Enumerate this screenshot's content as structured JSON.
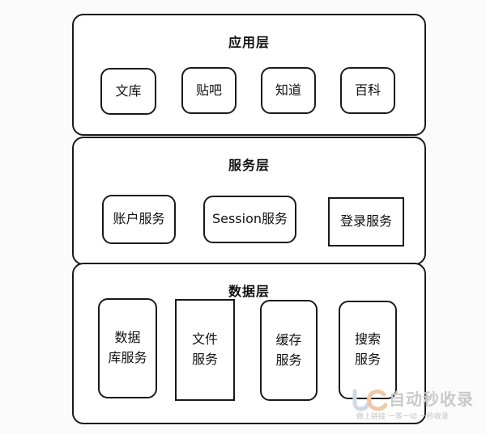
{
  "diagram": {
    "layers": {
      "application": {
        "title": "应用层",
        "boxes": [
          "文库",
          "贴吧",
          "知道",
          "百科"
        ]
      },
      "service": {
        "title": "服务层",
        "boxes": [
          "账户服务",
          "Session服务",
          "登录服务"
        ]
      },
      "data": {
        "title": "数据层",
        "boxes": [
          [
            "数据",
            "库服务"
          ],
          [
            "文件",
            "服务"
          ],
          [
            "缓存",
            "服务"
          ],
          [
            "搜索",
            "服务"
          ]
        ]
      }
    }
  },
  "watermark": {
    "brand": "自动秒收录",
    "slogan": "做上链接 一蒸一动 一秒收录",
    "logo_icon": "jc-logo-icon",
    "color": "#c9c9c9"
  }
}
